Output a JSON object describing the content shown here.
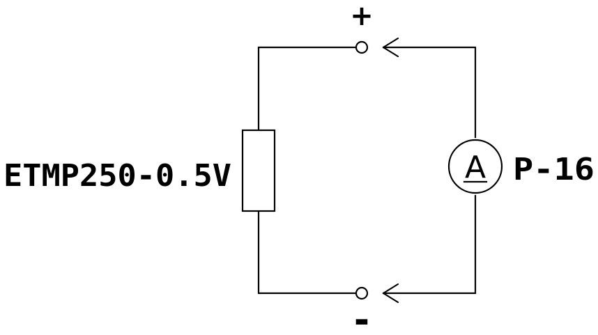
{
  "diagram": {
    "labels": {
      "positive": "+",
      "negative": "-",
      "resistor": "ETMP250-0.5V",
      "meter": "P-16",
      "meter_symbol": "A"
    },
    "colors": {
      "ink": "#000000",
      "background": "#ffffff"
    }
  }
}
